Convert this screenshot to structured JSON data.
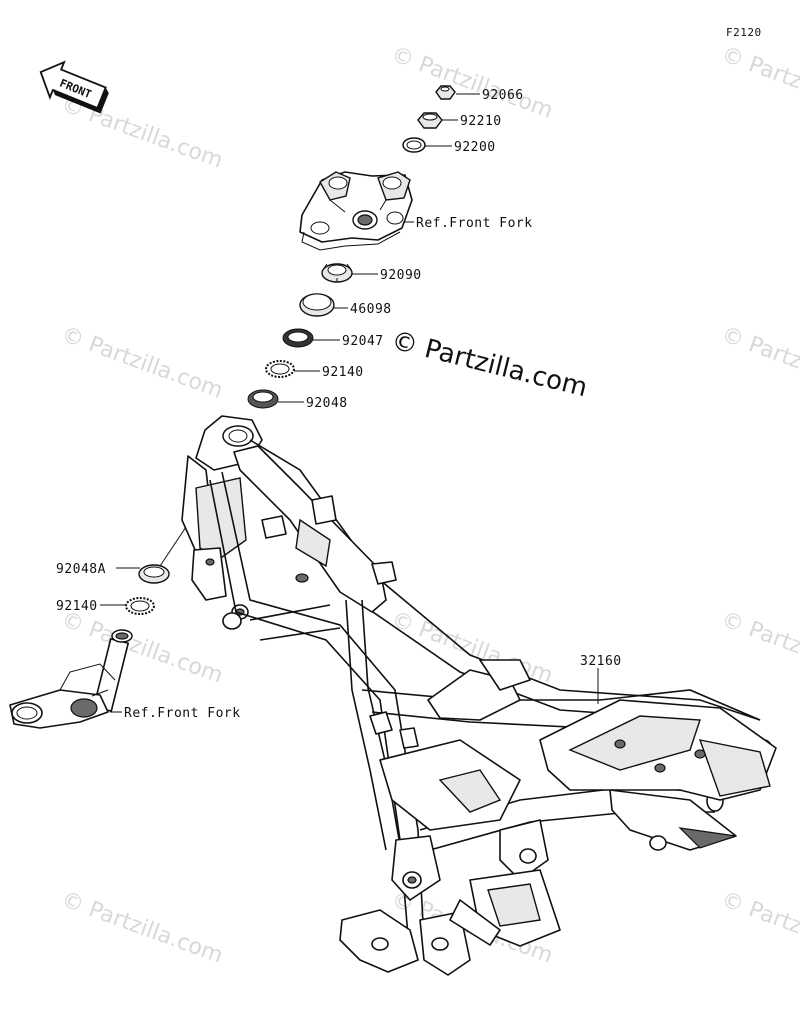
{
  "diagram_code": "F2120",
  "front_arrow_label": "FRONT",
  "brand_watermark": "© Partzilla.com",
  "watermark_text": "© Partzilla.com",
  "part_labels": {
    "p92066": "92066",
    "p92210": "92210",
    "p92200": "92200",
    "ref_front_fork_upper": "Ref.Front Fork",
    "p92090": "92090",
    "p46098": "46098",
    "p92047": "92047",
    "p92140_upper": "92140",
    "p92048": "92048",
    "p92048A": "92048A",
    "p92140_lower": "92140",
    "ref_front_fork_lower": "Ref.Front Fork",
    "p32160": "32160"
  }
}
